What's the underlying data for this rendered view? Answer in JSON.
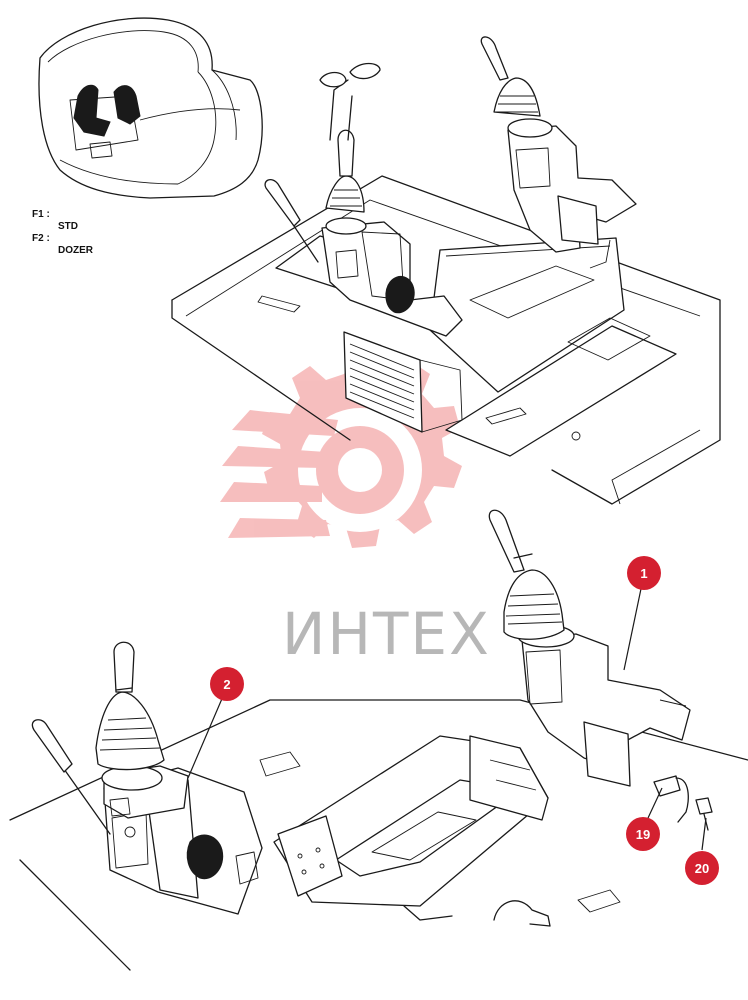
{
  "labels": {
    "f1_code": "F1 :",
    "f1_value": "STD",
    "f2_code": "F2 :",
    "f2_value": "DOZER"
  },
  "watermark": {
    "text": "ИНТЕХ",
    "color": "#f08a8a"
  },
  "markers": [
    {
      "id": "1",
      "label": "1"
    },
    {
      "id": "2",
      "label": "2"
    },
    {
      "id": "19",
      "label": "19"
    },
    {
      "id": "20",
      "label": "20"
    }
  ],
  "colors": {
    "marker": "#d42030",
    "line": "#1a1a1a"
  }
}
